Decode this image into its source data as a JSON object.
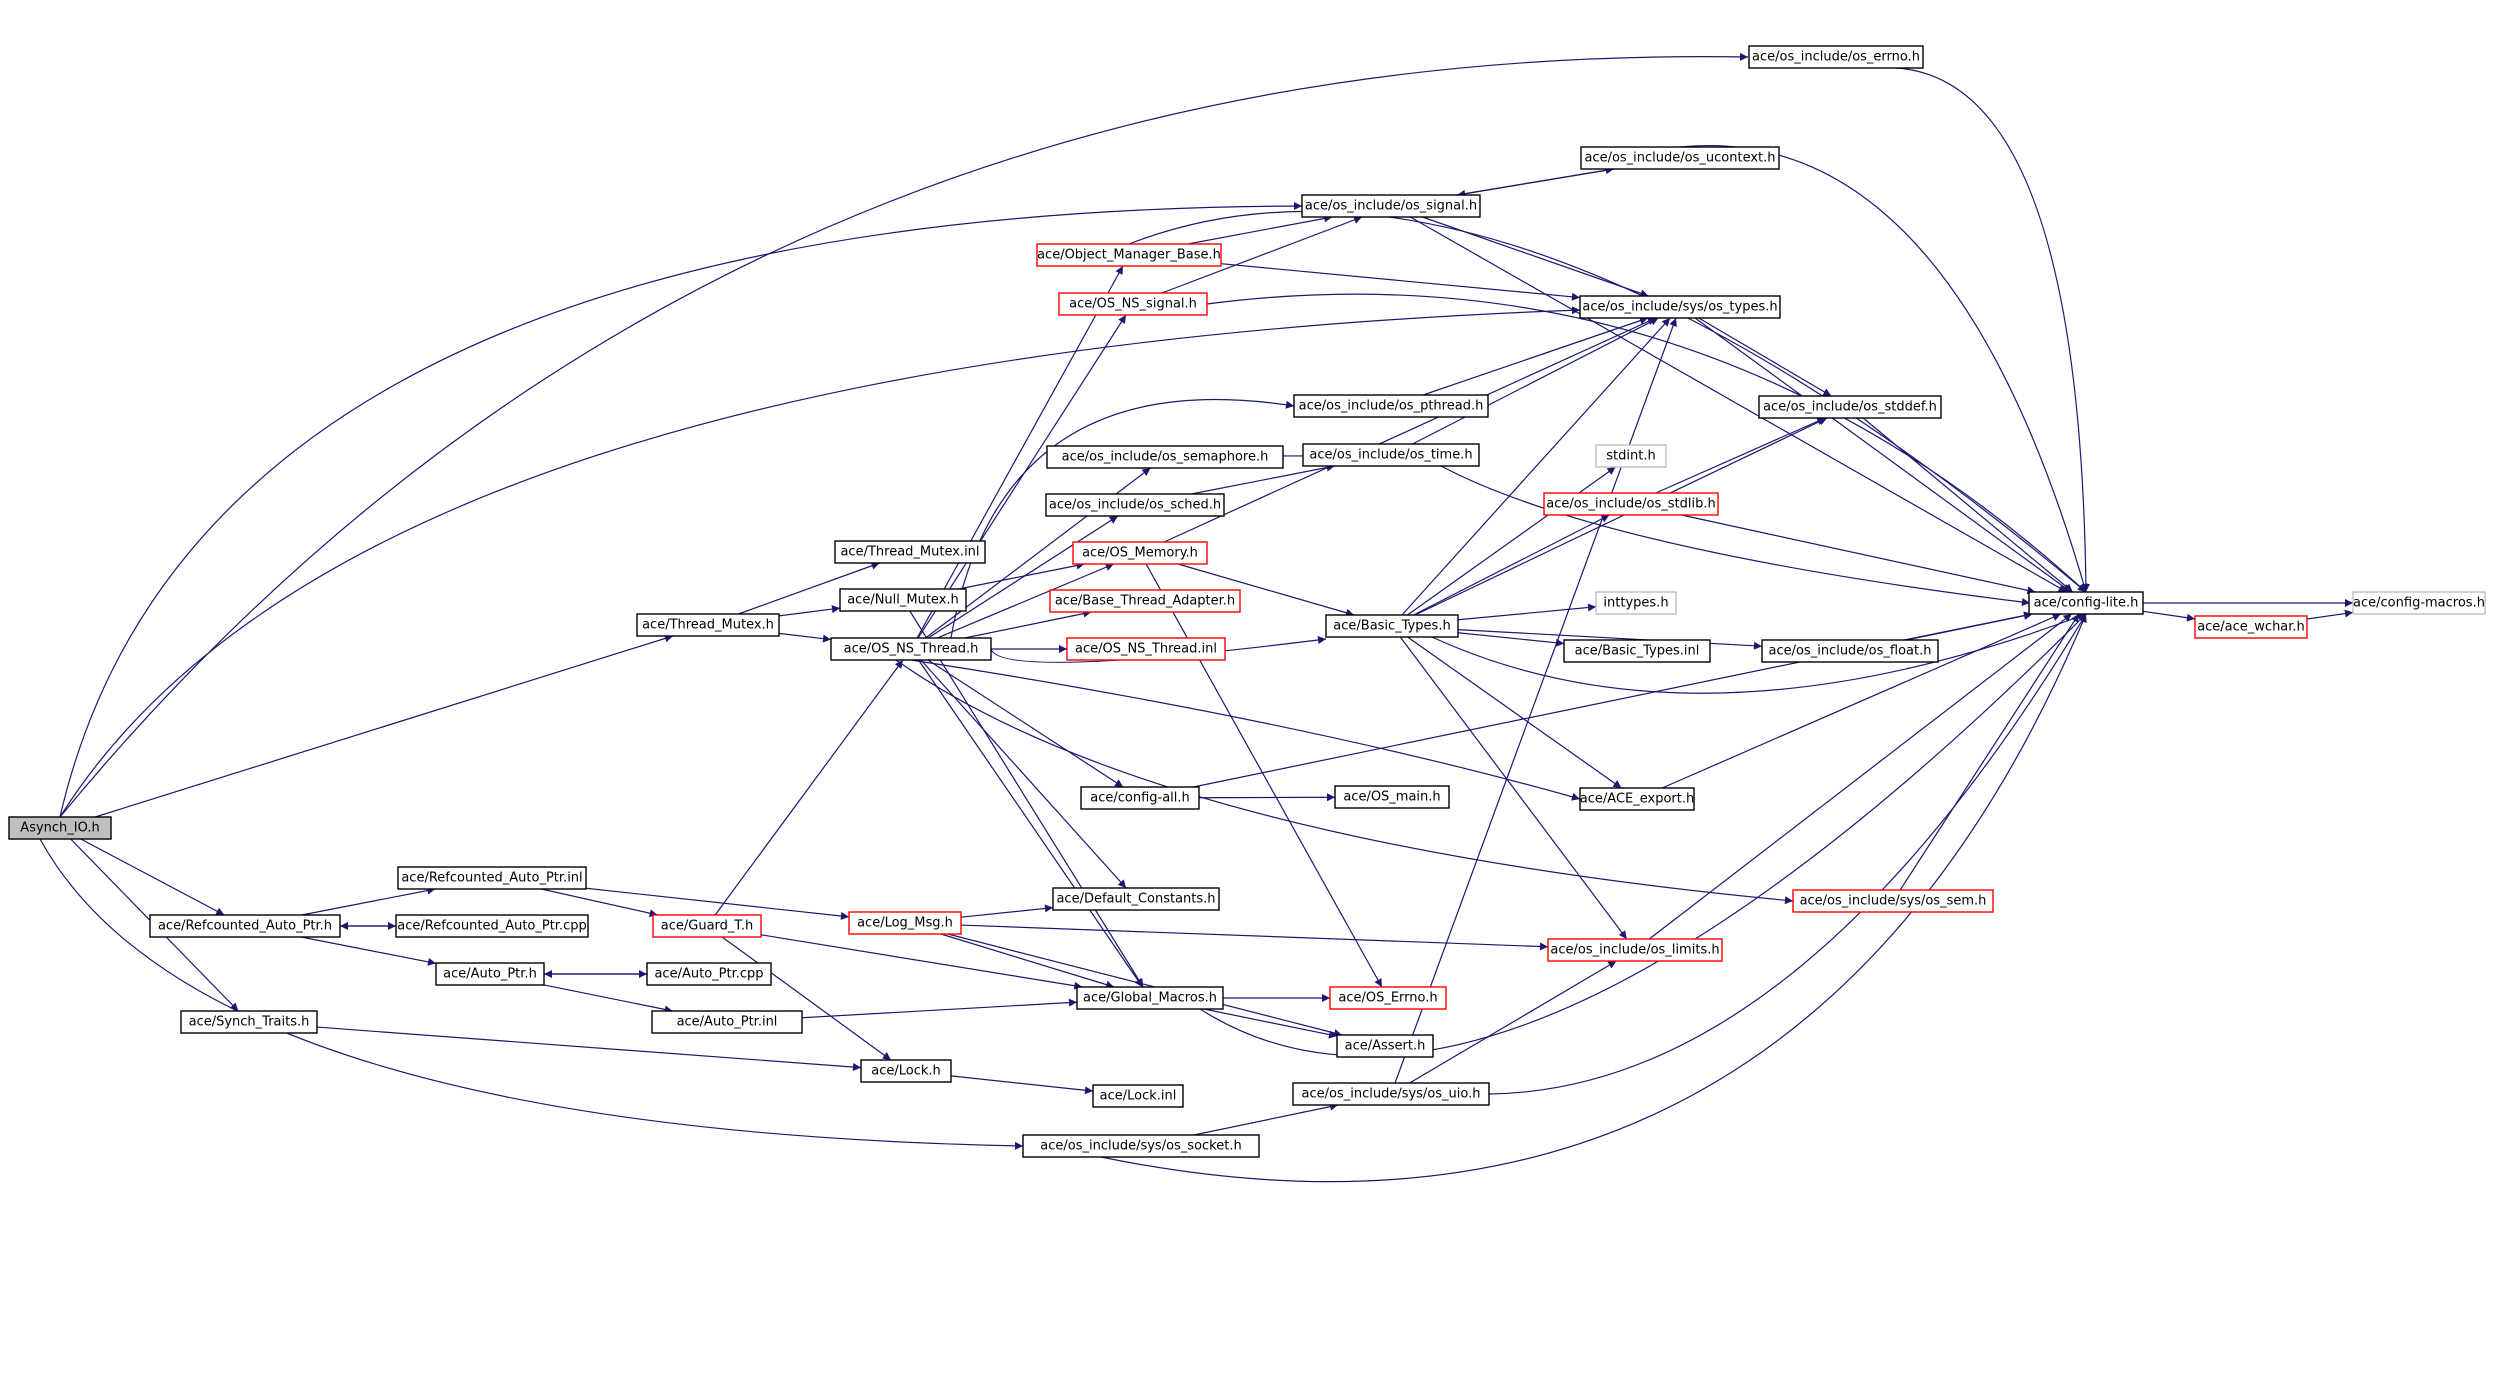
{
  "colors": {
    "edge": "#191970",
    "border_normal": "#000000",
    "border_truncated": "#ff0000",
    "border_undocumented": "#bfbfbf",
    "root_fill": "#bfbfbf",
    "node_fill": "#ffffff"
  },
  "nodes": {
    "asynch_io": {
      "label": "Asynch_IO.h",
      "kind": "root"
    },
    "thread_mutex_h": {
      "label": "ace/Thread_Mutex.h",
      "kind": "normal"
    },
    "refcounted_auto_ptr_h": {
      "label": "ace/Refcounted_Auto_Ptr.h",
      "kind": "normal"
    },
    "synch_traits_h": {
      "label": "ace/Synch_Traits.h",
      "kind": "normal"
    },
    "refcounted_auto_ptr_inl": {
      "label": "ace/Refcounted_Auto_Ptr.inl",
      "kind": "normal"
    },
    "refcounted_auto_ptr_cpp": {
      "label": "ace/Refcounted_Auto_Ptr.cpp",
      "kind": "normal"
    },
    "auto_ptr_h": {
      "label": "ace/Auto_Ptr.h",
      "kind": "normal"
    },
    "auto_ptr_cpp": {
      "label": "ace/Auto_Ptr.cpp",
      "kind": "normal"
    },
    "auto_ptr_inl": {
      "label": "ace/Auto_Ptr.inl",
      "kind": "normal"
    },
    "guard_t_h": {
      "label": "ace/Guard_T.h",
      "kind": "truncated"
    },
    "thread_mutex_inl": {
      "label": "ace/Thread_Mutex.inl",
      "kind": "normal"
    },
    "null_mutex_h": {
      "label": "ace/Null_Mutex.h",
      "kind": "normal"
    },
    "os_ns_thread_h": {
      "label": "ace/OS_NS_Thread.h",
      "kind": "normal"
    },
    "lock_h": {
      "label": "ace/Lock.h",
      "kind": "normal"
    },
    "lock_inl": {
      "label": "ace/Lock.inl",
      "kind": "normal"
    },
    "log_msg_h": {
      "label": "ace/Log_Msg.h",
      "kind": "truncated"
    },
    "object_manager_base_h": {
      "label": "ace/Object_Manager_Base.h",
      "kind": "truncated"
    },
    "os_ns_signal_h": {
      "label": "ace/OS_NS_signal.h",
      "kind": "truncated"
    },
    "os_semaphore_h": {
      "label": "ace/os_include/os_semaphore.h",
      "kind": "normal"
    },
    "os_sched_h": {
      "label": "ace/os_include/os_sched.h",
      "kind": "normal"
    },
    "os_memory_h": {
      "label": "ace/OS_Memory.h",
      "kind": "truncated"
    },
    "base_thread_adapter_h": {
      "label": "ace/Base_Thread_Adapter.h",
      "kind": "truncated"
    },
    "os_ns_thread_inl": {
      "label": "ace/OS_NS_Thread.inl",
      "kind": "truncated"
    },
    "config_all_h": {
      "label": "ace/config-all.h",
      "kind": "normal"
    },
    "default_constants_h": {
      "label": "ace/Default_Constants.h",
      "kind": "normal"
    },
    "global_macros_h": {
      "label": "ace/Global_Macros.h",
      "kind": "normal"
    },
    "os_socket_h": {
      "label": "ace/os_include/sys/os_socket.h",
      "kind": "normal"
    },
    "os_errno_h": {
      "label": "ace/os_include/os_errno.h",
      "kind": "normal"
    },
    "os_ucontext_h": {
      "label": "ace/os_include/os_ucontext.h",
      "kind": "normal"
    },
    "os_signal_h": {
      "label": "ace/os_include/os_signal.h",
      "kind": "normal"
    },
    "os_types_h": {
      "label": "ace/os_include/sys/os_types.h",
      "kind": "normal"
    },
    "os_pthread_h": {
      "label": "ace/os_include/os_pthread.h",
      "kind": "normal"
    },
    "os_time_h": {
      "label": "ace/os_include/os_time.h",
      "kind": "normal"
    },
    "basic_types_h": {
      "label": "ace/Basic_Types.h",
      "kind": "normal"
    },
    "os_main_h": {
      "label": "ace/OS_main.h",
      "kind": "normal"
    },
    "os_errno_cap_h": {
      "label": "ace/OS_Errno.h",
      "kind": "truncated"
    },
    "assert_h": {
      "label": "ace/Assert.h",
      "kind": "normal"
    },
    "os_uio_h": {
      "label": "ace/os_include/sys/os_uio.h",
      "kind": "normal"
    },
    "os_stddef_h": {
      "label": "ace/os_include/os_stddef.h",
      "kind": "normal"
    },
    "stdint_h": {
      "label": "stdint.h",
      "kind": "undocumented"
    },
    "os_stdlib_h": {
      "label": "ace/os_include/os_stdlib.h",
      "kind": "truncated"
    },
    "inttypes_h": {
      "label": "inttypes.h",
      "kind": "undocumented"
    },
    "basic_types_inl": {
      "label": "ace/Basic_Types.inl",
      "kind": "normal"
    },
    "os_float_h": {
      "label": "ace/os_include/os_float.h",
      "kind": "normal"
    },
    "ace_export_h": {
      "label": "ace/ACE_export.h",
      "kind": "normal"
    },
    "os_sem_h": {
      "label": "ace/os_include/sys/os_sem.h",
      "kind": "truncated"
    },
    "os_limits_h": {
      "label": "ace/os_include/os_limits.h",
      "kind": "truncated"
    },
    "config_lite_h": {
      "label": "ace/config-lite.h",
      "kind": "normal"
    },
    "ace_wchar_h": {
      "label": "ace/ace_wchar.h",
      "kind": "truncated"
    },
    "config_macros_h": {
      "label": "ace/config-macros.h",
      "kind": "undocumented"
    }
  },
  "edges": [
    [
      "asynch_io",
      "os_errno_h"
    ],
    [
      "asynch_io",
      "os_signal_h"
    ],
    [
      "asynch_io",
      "os_types_h"
    ],
    [
      "asynch_io",
      "thread_mutex_h"
    ],
    [
      "asynch_io",
      "refcounted_auto_ptr_h"
    ],
    [
      "asynch_io",
      "synch_traits_h"
    ],
    [
      "asynch_io",
      "os_socket_h"
    ],
    [
      "thread_mutex_h",
      "thread_mutex_inl"
    ],
    [
      "thread_mutex_h",
      "null_mutex_h"
    ],
    [
      "thread_mutex_h",
      "os_ns_thread_h"
    ],
    [
      "null_mutex_h",
      "os_memory_h"
    ],
    [
      "null_mutex_h",
      "global_macros_h"
    ],
    [
      "refcounted_auto_ptr_h",
      "refcounted_auto_ptr_inl"
    ],
    [
      "refcounted_auto_ptr_h",
      "refcounted_auto_ptr_cpp"
    ],
    [
      "refcounted_auto_ptr_h",
      "auto_ptr_h"
    ],
    [
      "refcounted_auto_ptr_cpp",
      "refcounted_auto_ptr_h"
    ],
    [
      "refcounted_auto_ptr_inl",
      "guard_t_h"
    ],
    [
      "refcounted_auto_ptr_inl",
      "log_msg_h"
    ],
    [
      "auto_ptr_h",
      "auto_ptr_cpp"
    ],
    [
      "auto_ptr_h",
      "auto_ptr_inl"
    ],
    [
      "auto_ptr_cpp",
      "auto_ptr_h"
    ],
    [
      "auto_ptr_inl",
      "global_macros_h"
    ],
    [
      "synch_traits_h",
      "lock_h"
    ],
    [
      "guard_t_h",
      "os_ns_thread_h"
    ],
    [
      "guard_t_h",
      "lock_h"
    ],
    [
      "guard_t_h",
      "global_macros_h"
    ],
    [
      "lock_h",
      "lock_inl"
    ],
    [
      "os_ns_thread_h",
      "object_manager_base_h"
    ],
    [
      "os_ns_thread_h",
      "os_ns_signal_h"
    ],
    [
      "os_ns_thread_h",
      "os_pthread_h"
    ],
    [
      "os_ns_thread_h",
      "os_semaphore_h"
    ],
    [
      "os_ns_thread_h",
      "os_sched_h"
    ],
    [
      "os_ns_thread_h",
      "os_memory_h"
    ],
    [
      "os_ns_thread_h",
      "base_thread_adapter_h"
    ],
    [
      "os_ns_thread_h",
      "os_ns_thread_inl"
    ],
    [
      "os_ns_thread_h",
      "basic_types_h"
    ],
    [
      "os_ns_thread_h",
      "config_all_h"
    ],
    [
      "os_ns_thread_h",
      "default_constants_h"
    ],
    [
      "os_ns_thread_h",
      "global_macros_h"
    ],
    [
      "os_ns_thread_h",
      "ace_export_h"
    ],
    [
      "os_ns_thread_h",
      "os_sem_h"
    ],
    [
      "object_manager_base_h",
      "os_signal_h"
    ],
    [
      "object_manager_base_h",
      "os_types_h"
    ],
    [
      "object_manager_base_h",
      "config_lite_h"
    ],
    [
      "os_ns_signal_h",
      "os_signal_h"
    ],
    [
      "os_ns_signal_h",
      "config_lite_h"
    ],
    [
      "os_signal_h",
      "os_ucontext_h"
    ],
    [
      "os_signal_h",
      "os_types_h"
    ],
    [
      "os_signal_h",
      "config_lite_h"
    ],
    [
      "os_ucontext_h",
      "os_signal_h"
    ],
    [
      "os_ucontext_h",
      "config_lite_h"
    ],
    [
      "os_errno_h",
      "config_lite_h"
    ],
    [
      "os_types_h",
      "os_stddef_h"
    ],
    [
      "os_types_h",
      "config_lite_h"
    ],
    [
      "os_pthread_h",
      "os_types_h"
    ],
    [
      "os_semaphore_h",
      "os_time_h"
    ],
    [
      "os_sched_h",
      "os_time_h"
    ],
    [
      "os_time_h",
      "os_types_h"
    ],
    [
      "os_time_h",
      "config_lite_h"
    ],
    [
      "os_memory_h",
      "os_types_h"
    ],
    [
      "os_memory_h",
      "basic_types_h"
    ],
    [
      "os_memory_h",
      "os_errno_cap_h"
    ],
    [
      "basic_types_h",
      "os_types_h"
    ],
    [
      "basic_types_h",
      "os_stddef_h"
    ],
    [
      "basic_types_h",
      "stdint_h"
    ],
    [
      "basic_types_h",
      "os_stdlib_h"
    ],
    [
      "basic_types_h",
      "inttypes_h"
    ],
    [
      "basic_types_h",
      "basic_types_inl"
    ],
    [
      "basic_types_h",
      "os_float_h"
    ],
    [
      "basic_types_h",
      "ace_export_h"
    ],
    [
      "basic_types_h",
      "os_limits_h"
    ],
    [
      "basic_types_h",
      "config_lite_h"
    ],
    [
      "os_stdlib_h",
      "os_stddef_h"
    ],
    [
      "os_stdlib_h",
      "config_lite_h"
    ],
    [
      "os_stddef_h",
      "config_lite_h"
    ],
    [
      "os_float_h",
      "config_lite_h"
    ],
    [
      "config_all_h",
      "os_main_h"
    ],
    [
      "config_all_h",
      "config_lite_h"
    ],
    [
      "ace_export_h",
      "config_lite_h"
    ],
    [
      "os_sem_h",
      "config_lite_h"
    ],
    [
      "os_limits_h",
      "config_lite_h"
    ],
    [
      "log_msg_h",
      "default_constants_h"
    ],
    [
      "log_msg_h",
      "global_macros_h"
    ],
    [
      "log_msg_h",
      "assert_h"
    ],
    [
      "log_msg_h",
      "os_limits_h"
    ],
    [
      "global_macros_h",
      "os_errno_cap_h"
    ],
    [
      "global_macros_h",
      "assert_h"
    ],
    [
      "global_macros_h",
      "config_lite_h"
    ],
    [
      "os_socket_h",
      "os_uio_h"
    ],
    [
      "os_socket_h",
      "config_lite_h"
    ],
    [
      "os_uio_h",
      "os_types_h"
    ],
    [
      "os_uio_h",
      "os_limits_h"
    ],
    [
      "os_uio_h",
      "config_lite_h"
    ],
    [
      "config_lite_h",
      "ace_wchar_h"
    ],
    [
      "config_lite_h",
      "config_macros_h"
    ],
    [
      "ace_wchar_h",
      "config_macros_h"
    ]
  ]
}
